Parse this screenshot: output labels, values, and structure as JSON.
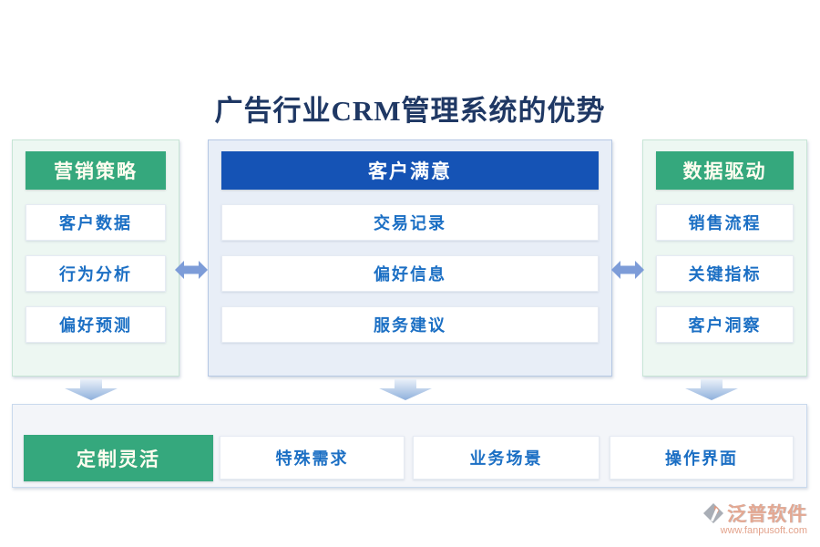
{
  "title": "广告行业CRM管理系统的优势",
  "columns": [
    {
      "header": "营销策略",
      "theme": "green",
      "items": [
        "客户数据",
        "行为分析",
        "偏好预测"
      ]
    },
    {
      "header": "客户满意",
      "theme": "blue",
      "items": [
        "交易记录",
        "偏好信息",
        "服务建议"
      ]
    },
    {
      "header": "数据驱动",
      "theme": "green",
      "items": [
        "销售流程",
        "关键指标",
        "客户洞察"
      ]
    }
  ],
  "bottom_row": {
    "highlight": "定制灵活",
    "items": [
      "特殊需求",
      "业务场景",
      "操作界面"
    ]
  },
  "watermark": {
    "brand": "泛普软件",
    "url": "www.fanpusoft.com"
  },
  "icons": {
    "column_link": "left-right-arrow",
    "flow": "down-arrow",
    "brand_logo": "fanpu-logo"
  },
  "colors": {
    "title-color": "#1f3864",
    "green": "#35a87d",
    "green-panel-bg": "#edf7f2",
    "green-panel-border": "#c7e5d6",
    "blue-header": "#1553b5",
    "blue-panel-bg": "#e8eef7",
    "blue-panel-border": "#b6c8e4",
    "item-text": "#1b6fc4",
    "arrow": "#7d9cd8",
    "bottom-bg": "#f3f5f9",
    "bottom-border": "#c9d9ed",
    "header-text": "#fffdf0",
    "brand-salmon": "#e0997f"
  }
}
